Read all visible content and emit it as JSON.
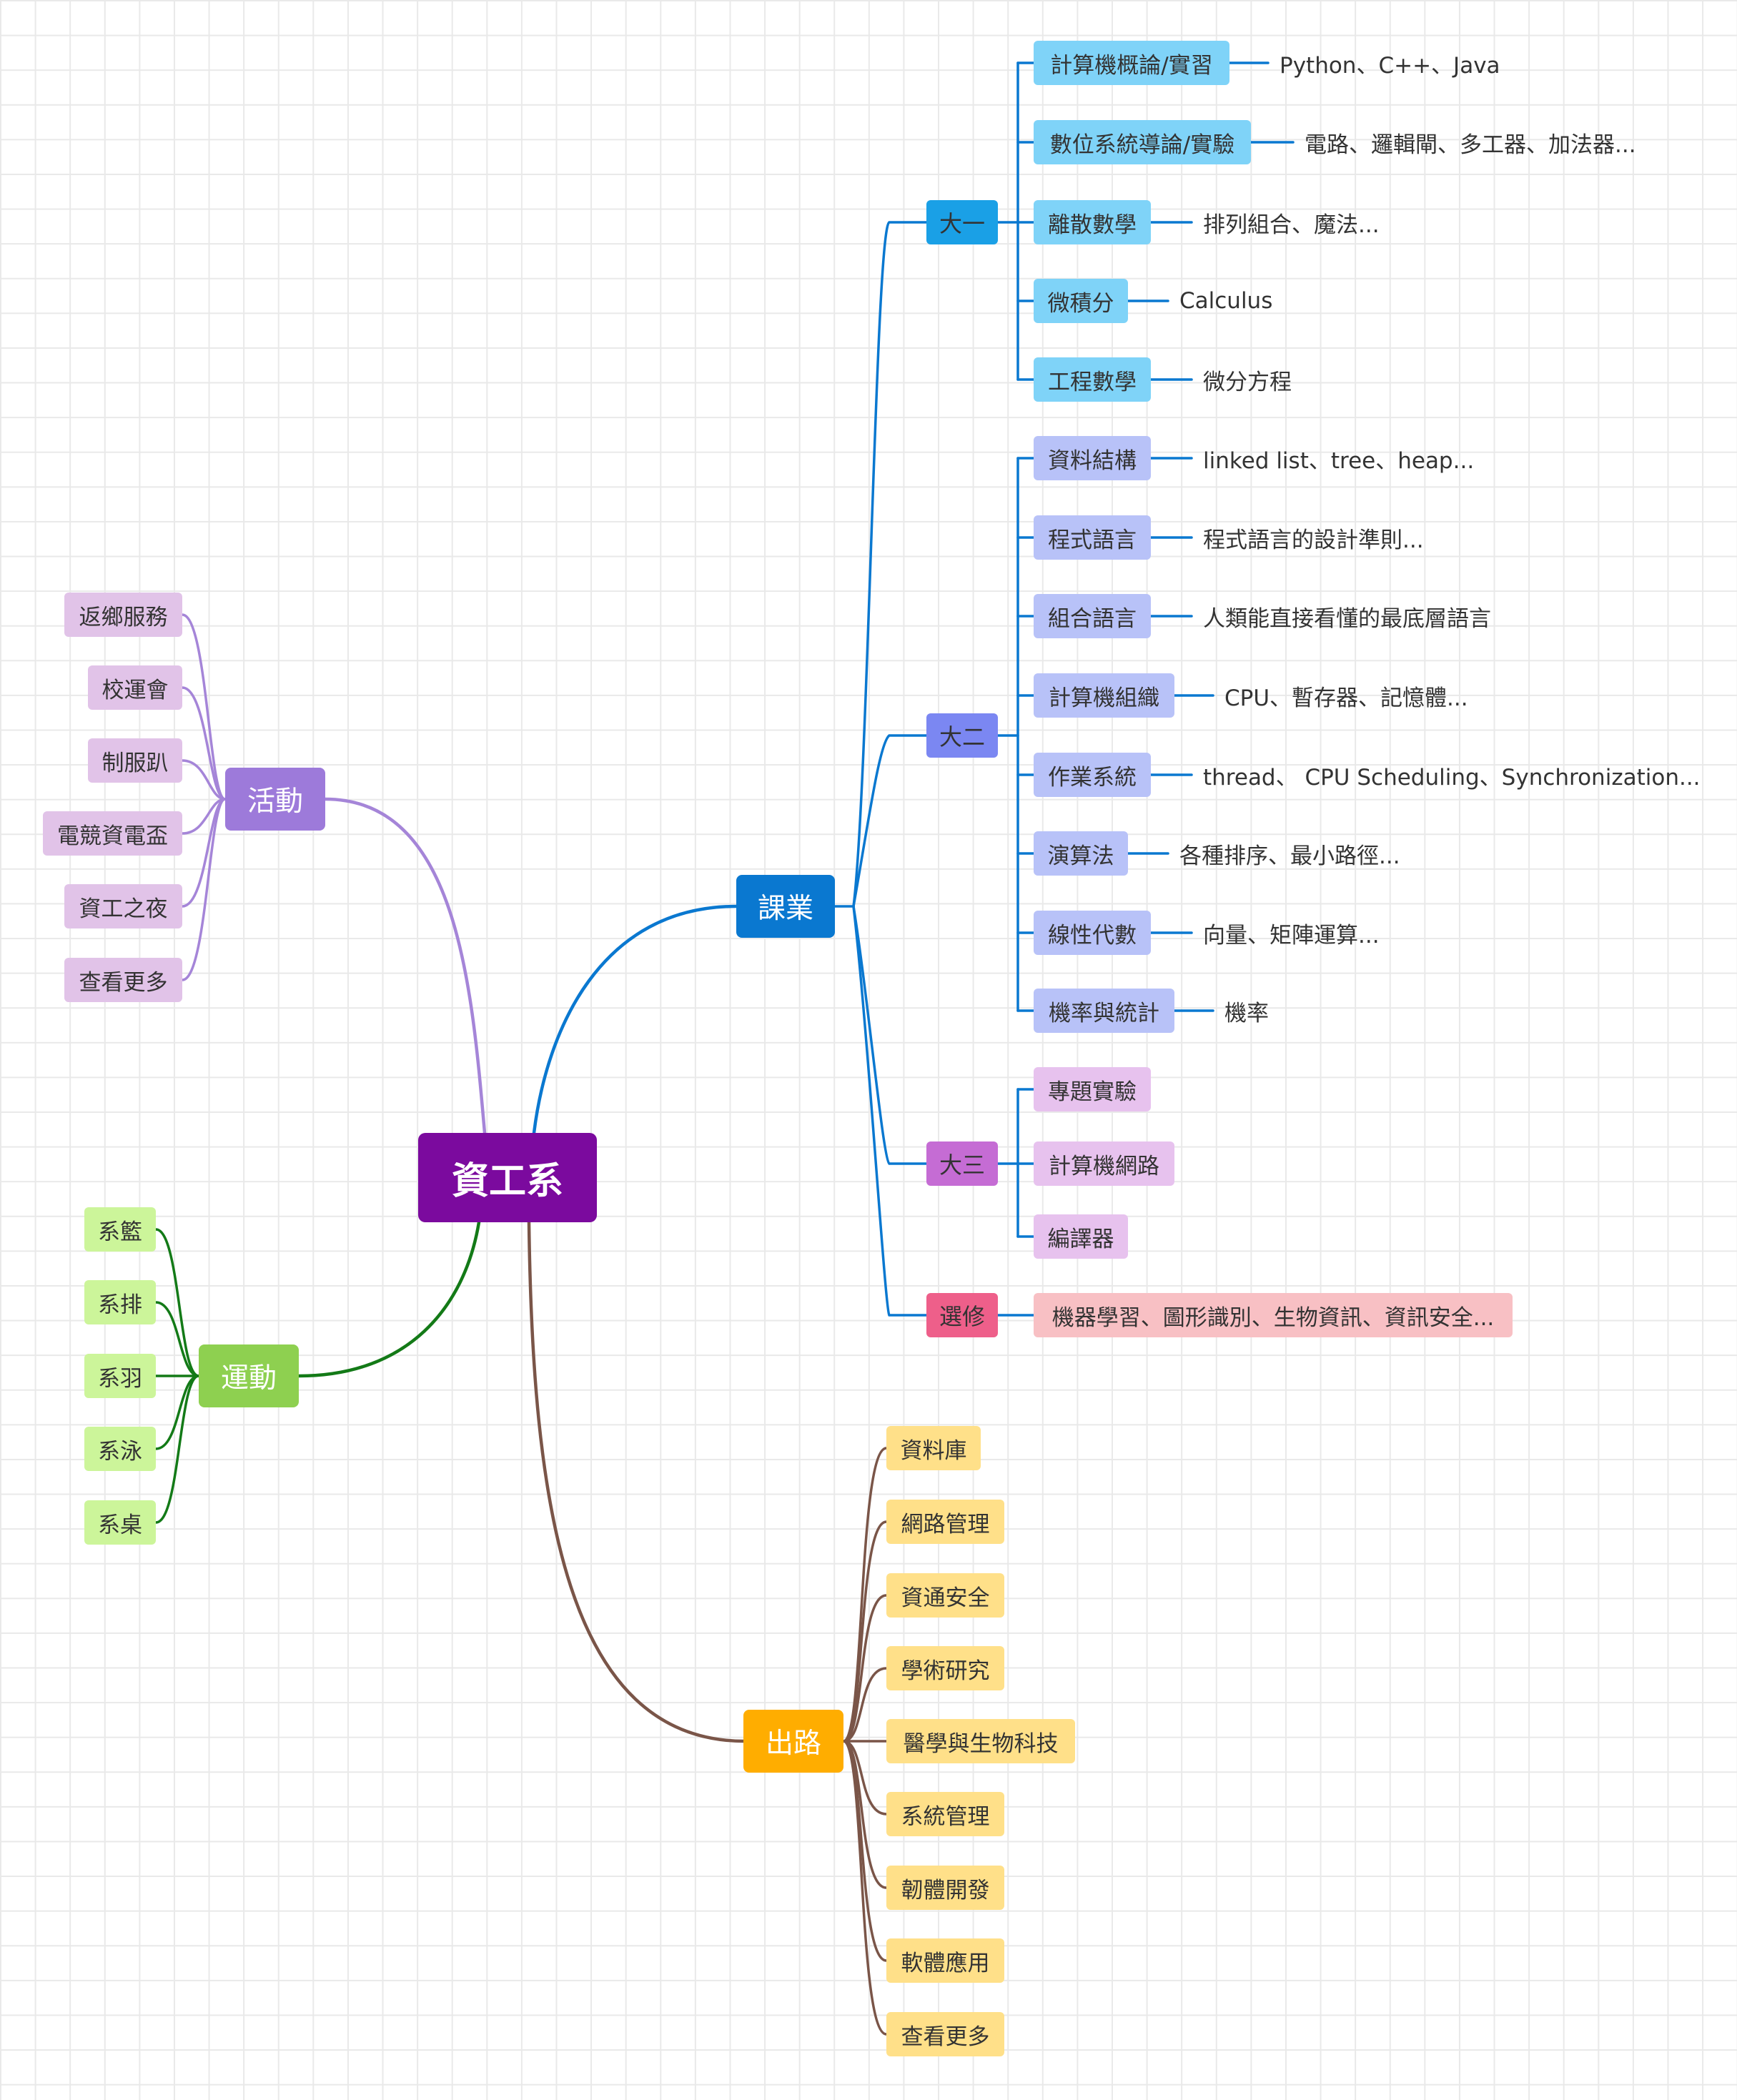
{
  "root": {
    "label": "資工系",
    "color": "#7b0a9e"
  },
  "colors": {
    "courses": "#0a78d0",
    "y1": "#1aa0e6",
    "y1_child": "#7fd3f8",
    "y2": "#7b87f2",
    "y2_child": "#b8c2f8",
    "y3": "#c56cd4",
    "y3_child": "#e7c2ee",
    "elective": "#ee5f8a",
    "elective_child": "#f8c0c4",
    "activities": "#9d7ada",
    "activities_child": "#e1c3e8",
    "activities_line": "#a585d8",
    "sports": "#8ed050",
    "sports_child": "#ccf59a",
    "sports_line": "#137a17",
    "careers": "#ffad00",
    "careers_child": "#ffe089",
    "careers_line": "#7a5548"
  },
  "branches": {
    "courses": {
      "label": "課業",
      "years": [
        {
          "label": "大一",
          "items": [
            {
              "label": "計算機概論/實習",
              "desc": "Python、C++、Java"
            },
            {
              "label": "數位系統導論/實驗",
              "desc": "電路、邏輯閘、多工器、加法器..."
            },
            {
              "label": "離散數學",
              "desc": "排列組合、魔法..."
            },
            {
              "label": "微積分",
              "desc": "Calculus"
            },
            {
              "label": "工程數學",
              "desc": "微分方程"
            }
          ]
        },
        {
          "label": "大二",
          "items": [
            {
              "label": "資料結構",
              "desc": "linked list、tree、heap..."
            },
            {
              "label": "程式語言",
              "desc": "程式語言的設計準則..."
            },
            {
              "label": "組合語言",
              "desc": "人類能直接看懂的最底層語言"
            },
            {
              "label": "計算機組織",
              "desc": "CPU、暫存器、記憶體..."
            },
            {
              "label": "作業系統",
              "desc": "thread、 CPU Scheduling、Synchronization..."
            },
            {
              "label": "演算法",
              "desc": "各種排序、最小路徑..."
            },
            {
              "label": "線性代數",
              "desc": "向量、矩陣運算..."
            },
            {
              "label": "機率與統計",
              "desc": "機率"
            }
          ]
        },
        {
          "label": "大三",
          "items": [
            {
              "label": "專題實驗"
            },
            {
              "label": "計算機網路"
            },
            {
              "label": "編譯器"
            }
          ]
        },
        {
          "label": "選修",
          "items": [
            {
              "label": "機器學習、圖形識別、生物資訊、資訊安全..."
            }
          ]
        }
      ]
    },
    "activities": {
      "label": "活動",
      "items": [
        "返鄉服務",
        "校運會",
        "制服趴",
        "電競資電盃",
        "資工之夜",
        "查看更多"
      ]
    },
    "sports": {
      "label": "運動",
      "items": [
        "系籃",
        "系排",
        "系羽",
        "系泳",
        "系桌"
      ]
    },
    "careers": {
      "label": "出路",
      "items": [
        "資料庫",
        "網路管理",
        "資通安全",
        "學術研究",
        "醫學與生物科技",
        "系統管理",
        "韌體開發",
        "軟體應用",
        "查看更多"
      ]
    }
  }
}
